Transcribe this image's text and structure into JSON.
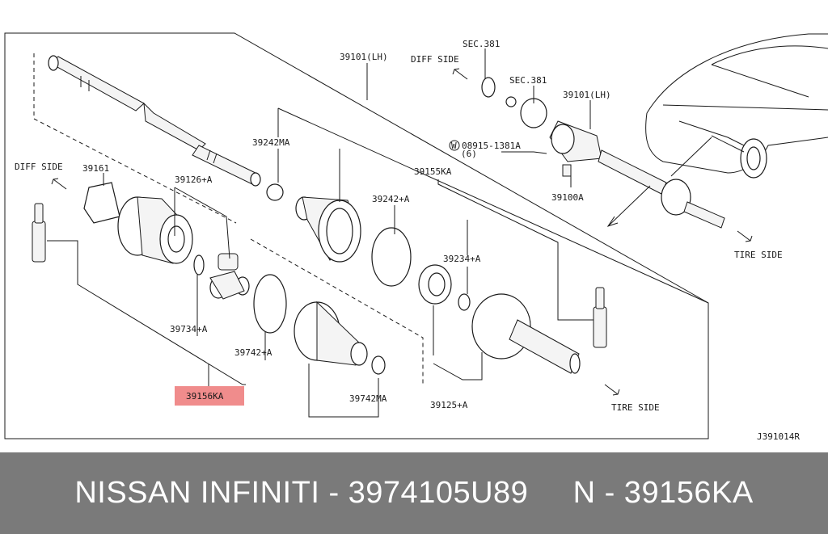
{
  "diagram": {
    "labels": {
      "diff_side_left": "DIFF SIDE",
      "diff_side_right": "DIFF SIDE",
      "tire_side_upper": "TIRE SIDE",
      "tire_side_lower": "TIRE SIDE",
      "p39101_top": "39101(LH)",
      "p39101_right": "39101(LH)",
      "sec381_top": "SEC.381",
      "sec381_mid": "SEC.381",
      "p39161": "39161",
      "p39126": "39126+A",
      "p39242ma": "39242MA",
      "p39155ka": "39155KA",
      "p39242a": "39242+A",
      "p39234a": "39234+A",
      "p39734a": "39734+A",
      "p39742a": "39742+A",
      "p39742ma": "39742MA",
      "p39125a": "39125+A",
      "p39156ka": "39156KA",
      "bolt": "08915-1381A",
      "bolt_qty": "(6)",
      "bolt_prefix": "W",
      "p39100a": "39100A",
      "diagram_code": "J391014R"
    },
    "highlight_color": "#f08c8c"
  },
  "footer": {
    "text": "NISSAN INFINITI - 3974105U89     N - 39156KA",
    "background": "#7a7a7a"
  }
}
